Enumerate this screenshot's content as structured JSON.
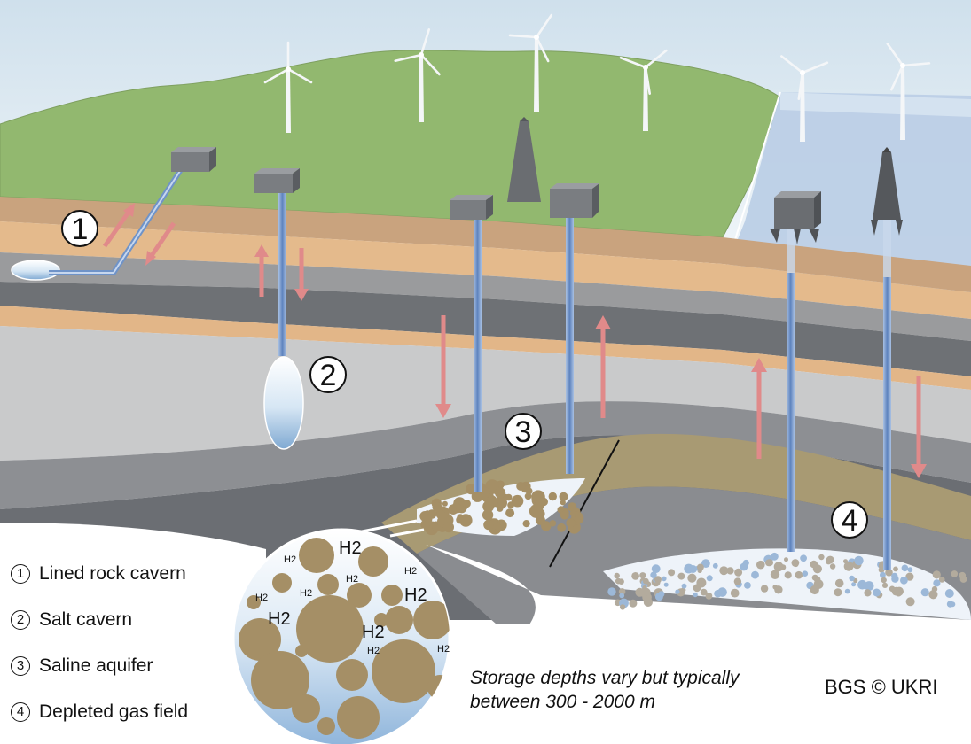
{
  "site_numbers": [
    "1",
    "2",
    "3",
    "4"
  ],
  "gas_labels": {
    "large": "H2",
    "small": "H2"
  },
  "legend": [
    {
      "number": "1",
      "label": "Lined rock cavern"
    },
    {
      "number": "2",
      "label": "Salt cavern"
    },
    {
      "number": "3",
      "label": "Saline aquifer"
    },
    {
      "number": "4",
      "label": "Depleted gas field"
    }
  ],
  "caption": {
    "line1": "Storage depths vary but typically",
    "line2": "between 300 - 2000 m"
  },
  "credit": "BGS © UKRI",
  "colors": {
    "sky": "#e6eff5",
    "hills": "#90b56c",
    "sea": "#b9cfe6",
    "orange_layer": "#e3b98b",
    "dark_layer": "#6f7276",
    "reservoir": "#a89a72",
    "gas_bubble": "#a58f66",
    "arrow": "#e08a8a",
    "pipe": "#6f93c8"
  },
  "icons": [
    "wind-turbine-icon",
    "wellhead-icon",
    "drilling-rig-icon",
    "offshore-platform-icon",
    "flow-arrow-icon"
  ]
}
